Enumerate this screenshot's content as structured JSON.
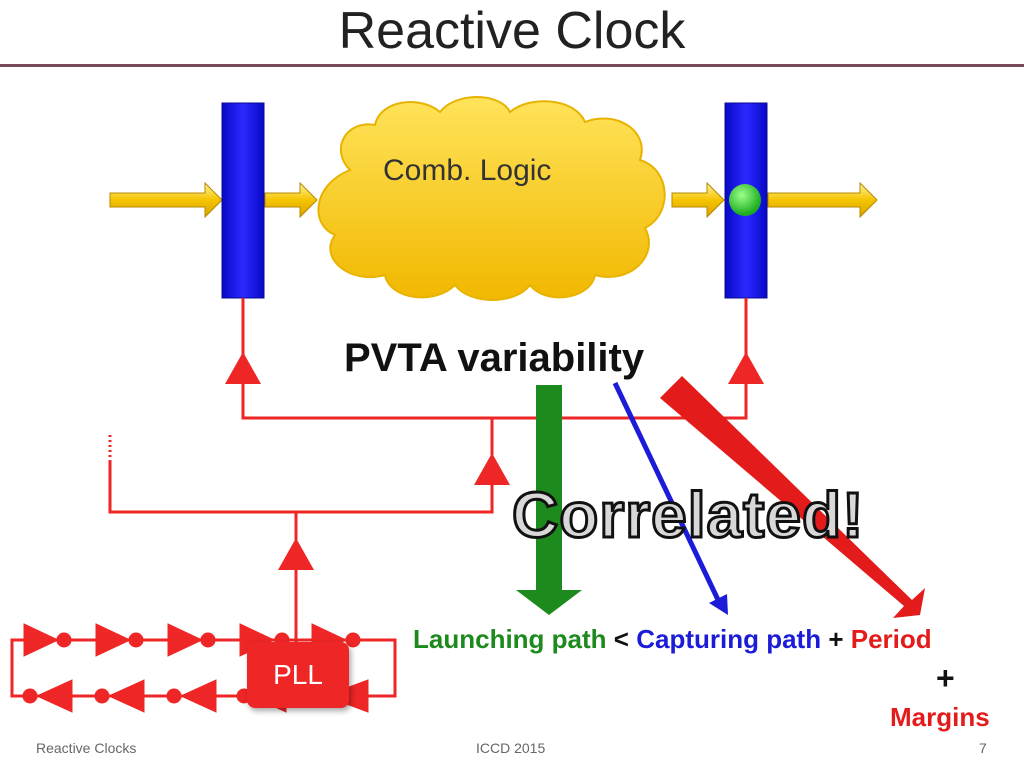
{
  "slide": {
    "title": "Reactive Clock",
    "comb_logic": "Comb. Logic",
    "variability": "PVTA variability",
    "correlated": "Correlated!",
    "pll": "PLL",
    "equation": {
      "launching": "Launching path",
      "lt": "<",
      "capturing": "Capturing path",
      "plus": "+",
      "period": "Period",
      "plus2": "+",
      "margins": "Margins"
    },
    "footer": {
      "left": "Reactive Clocks",
      "center": "ICCD 2015",
      "page": "7"
    }
  },
  "colors": {
    "register": "#1010e6",
    "clock_tree": "#ee2626",
    "data_arrow": "#f5c400",
    "cloud": "#f6c400",
    "launch_arrow": "#1d8a1d",
    "capture_arrow": "#1c1cd8",
    "period_arrow": "#e41b1b",
    "capture_dot": "#2fc12f"
  },
  "icons": [
    "flip-flop-register",
    "cloud-shape",
    "clock-buffer-triangle",
    "inverter-ring",
    "green-dot"
  ]
}
